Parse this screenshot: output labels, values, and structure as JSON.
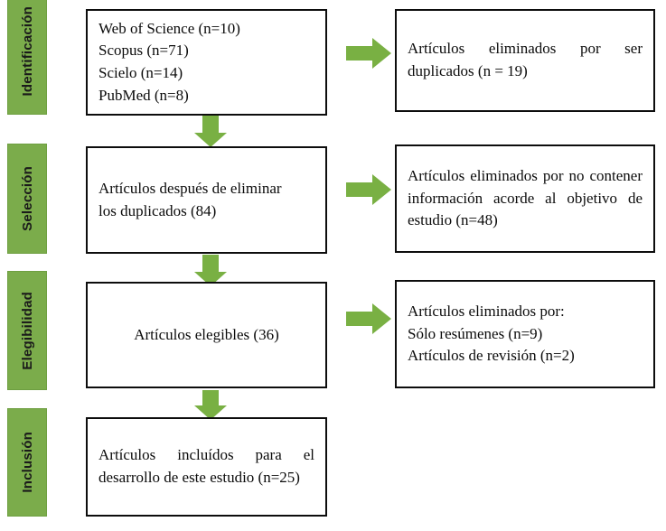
{
  "diagram": {
    "title": "PRISMA flow diagram",
    "accent_color": "#7BAC4B",
    "arrow_color": "#79B043",
    "box_border_color": "#0d0d0d",
    "background_color": "#ffffff"
  },
  "stages": [
    {
      "id": "identificacion",
      "label": "Identificación"
    },
    {
      "id": "seleccion",
      "label": "Selección"
    },
    {
      "id": "elegibilidad",
      "label": "Elegibilidad"
    },
    {
      "id": "inclusion",
      "label": "Inclusión"
    }
  ],
  "main_boxes": [
    {
      "id": "sources",
      "align": "left",
      "lines": [
        "Web of Science (n=10)",
        "Scopus (n=71)",
        "Scielo (n=14)",
        "PubMed (n=8)"
      ]
    },
    {
      "id": "after-duplicates",
      "align": "left",
      "lines": [
        "Artículos después de eliminar",
        "los duplicados (84)"
      ]
    },
    {
      "id": "eligible",
      "align": "center",
      "lines": [
        "Artículos elegibles (36)"
      ]
    },
    {
      "id": "included",
      "align": "justify",
      "lines": [
        "Artículos incluídos para el desarrollo de este estudio (n=25)"
      ]
    }
  ],
  "excluded_boxes": [
    {
      "id": "excluded-duplicates",
      "align": "justify",
      "lines": [
        "Artículos eliminados por ser duplicados (n = 19)"
      ]
    },
    {
      "id": "excluded-no-info",
      "align": "justify",
      "lines": [
        "Artículos eliminados por no contener información acorde al objetivo de estudio (n=48)"
      ]
    },
    {
      "id": "excluded-reasons",
      "align": "left",
      "lines": [
        "Artículos eliminados por:",
        "Sólo resúmenes (n=9)",
        "Artículos de revisión (n=2)"
      ]
    }
  ],
  "arrows": [
    {
      "id": "right-arrow-1",
      "direction": "right"
    },
    {
      "id": "down-arrow-1",
      "direction": "down"
    },
    {
      "id": "right-arrow-2",
      "direction": "right"
    },
    {
      "id": "down-arrow-2",
      "direction": "down"
    },
    {
      "id": "right-arrow-3",
      "direction": "right"
    },
    {
      "id": "down-arrow-3",
      "direction": "down"
    }
  ]
}
